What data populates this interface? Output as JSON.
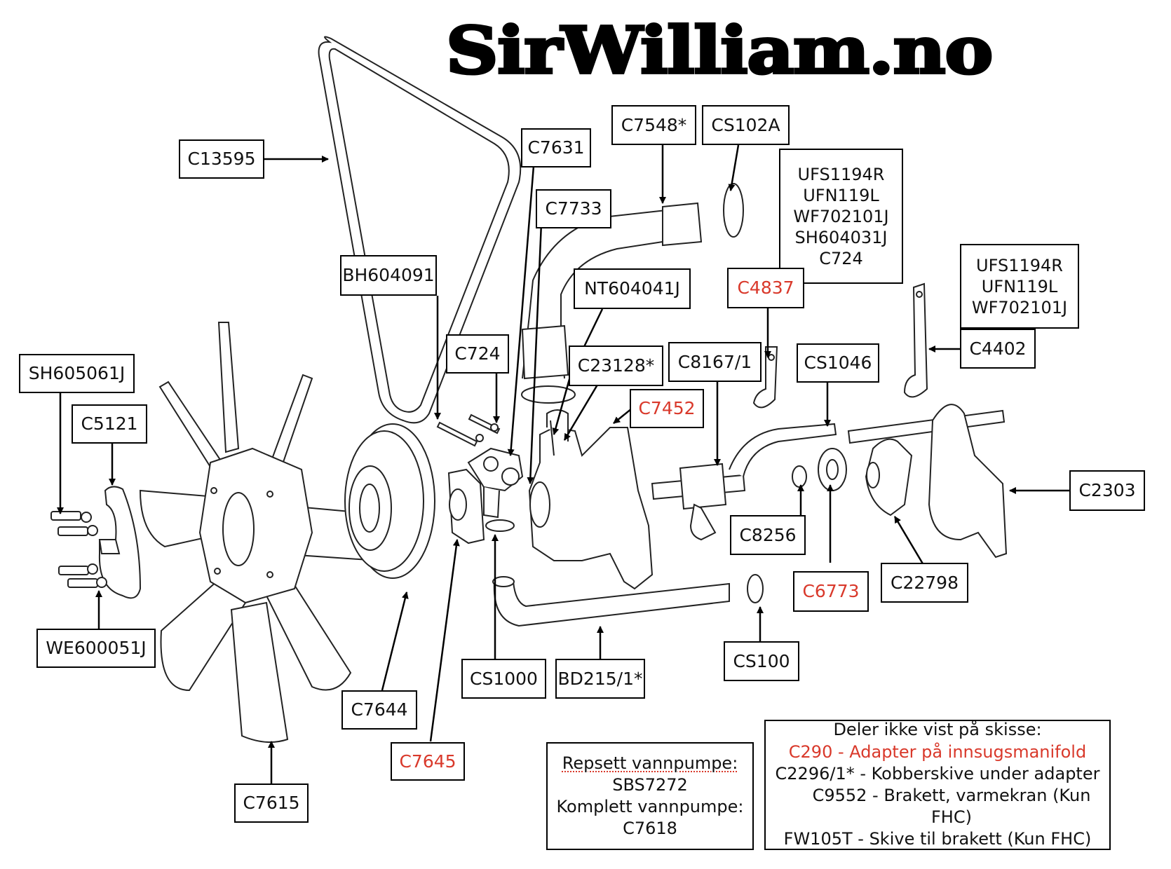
{
  "brand": "SirWilliam.no",
  "colors": {
    "highlight": "#d9392b",
    "ink": "#111111"
  },
  "labels": {
    "C13595": "C13595",
    "C7631": "C7631",
    "C7548": "C7548*",
    "CS102A": "CS102A",
    "C7733": "C7733",
    "BH604091": "BH604091",
    "NT604041J": "NT604041J",
    "C4837": "C4837",
    "C724": "C724",
    "C23128": "C23128*",
    "C8167": "C8167/1",
    "CS1046": "CS1046",
    "C4402": "C4402",
    "C7452": "C7452",
    "SH605061J": "SH605061J",
    "C5121": "C5121",
    "WE600051J": "WE600051J",
    "C2303": "C2303",
    "C8256": "C8256",
    "C6773": "C6773",
    "C22798": "C22798",
    "CS100": "CS100",
    "CS1000": "CS1000",
    "BD215": "BD215/1*",
    "C7644": "C7644",
    "C7645": "C7645",
    "C7615": "C7615"
  },
  "fastener_group_1": [
    "UFS1194R",
    "UFN119L",
    "WF702101J",
    "SH604031J",
    "C724"
  ],
  "fastener_group_2": [
    "UFS1194R",
    "UFN119L",
    "WF702101J"
  ],
  "highlighted_parts": [
    "C4837",
    "C7452",
    "C6773",
    "C7645"
  ],
  "repair_box": {
    "line1": "Repsett vannpumpe:",
    "line2": "SBS7272",
    "line3": "Komplett vannpumpe:",
    "line4": "C7618"
  },
  "not_shown_box": {
    "title": "Deler ikke vist på skisse:",
    "items": [
      "C290 - Adapter på innsugsmanifold",
      "C2296/1* - Kobberskive under adapter",
      "C9552 - Brakett, varmekran (Kun FHC)",
      "FW105T - Skive til brakett (Kun FHC)"
    ]
  }
}
